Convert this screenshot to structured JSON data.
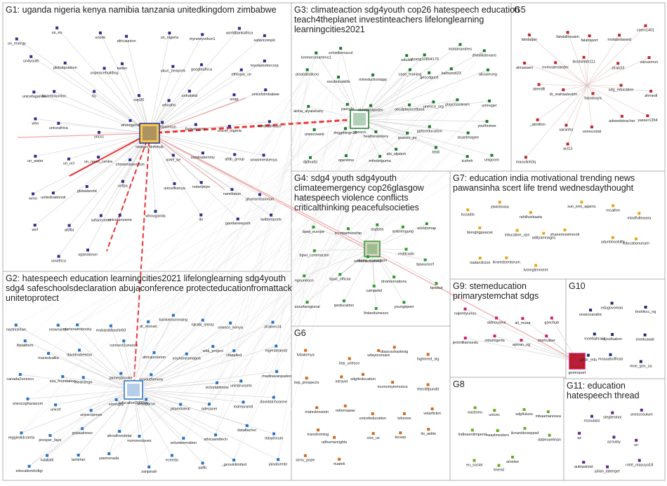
{
  "groups": [
    {
      "id": "G1",
      "title_lines": [
        "G1: uganda nigeria kenya namibia tanzania unitedkingdom zimbabwe"
      ],
      "node_color": "#2e2e8c"
    },
    {
      "id": "G2",
      "title_lines": [
        "G2: hatespeech education learningcities2021 lifelonglearning sdg4youth",
        "sdg4 safeschoolsdeclaration abujaconference protecteducationfromattack",
        "unitetoprotect"
      ],
      "node_color": "#2a73c4"
    },
    {
      "id": "G3",
      "title_lines": [
        "G3: climateaction sdg4youth cop26 hatespeech education",
        "teach4theplanet investinteachers lifelonglearning",
        "learningcities2021"
      ],
      "node_color": "#1f7a2e"
    },
    {
      "id": "G4",
      "title_lines": [
        "G4: sdg4 youth sdg4youth",
        "climateemergency cop26glasgow",
        "hatespeech violence conflicts",
        "criticalthinking peacefulsocieties"
      ],
      "node_color": "#2e9c2e"
    },
    {
      "id": "G5",
      "title_lines": [
        "G5"
      ],
      "node_color": "#c0282d"
    },
    {
      "id": "G6",
      "title_lines": [
        "G6"
      ],
      "node_color": "#d2691e"
    },
    {
      "id": "G7",
      "title_lines": [
        "G7: education india motivational trending news",
        "pawansinha scert life trend wednesdaythought"
      ],
      "node_color": "#e6a817"
    },
    {
      "id": "G8",
      "title_lines": [
        "G8"
      ],
      "node_color": "#6bab1f"
    },
    {
      "id": "G9",
      "title_lines": [
        "G9: stemeducation",
        "primarystemchat sdgs"
      ],
      "node_color": "#d11a6e"
    },
    {
      "id": "G10",
      "title_lines": [
        "G10"
      ],
      "node_color": "#1e2c6b"
    },
    {
      "id": "G11",
      "title_lines": [
        "G11: education",
        "hatespeech thread"
      ],
      "node_color": "#5b2a86"
    }
  ],
  "nodes": {
    "G1": [
      "un_energy",
      "us_eu",
      "unodc",
      "africaunion",
      "un_nigeria",
      "mynewyorkun1",
      "worldbankafrica",
      "safaricomplc",
      "un4youth",
      "globalgoalsun",
      "unpeacebuilding",
      "twitter",
      "ukun_newyork",
      "googleafrica",
      "ethiopia_un",
      "toyotamotorcorp",
      "unicefuganda",
      "kaambiaunion",
      "itu",
      "cop26",
      "whoafro",
      "unhabitat",
      "unap",
      "unicefzimbabwe",
      "who",
      "uniceafrica",
      "unccc",
      "whonigeria",
      "kenyamissionun",
      "foreverscom",
      "unicef_nigeria",
      "kenyaairways",
      "un_water",
      "un_ocl",
      "un_news_centre",
      "chinamission2un",
      "airtel_ke",
      "zambiatommy",
      "afdb_group",
      "unwomenkenya",
      "wmo",
      "unitednationsk",
      "globalworld",
      "unfpa",
      "uniceflkenya",
      "nobelprize",
      "namibiaun",
      "ghanamissionun",
      "wef",
      "afdfia",
      "safaricomet",
      "unicefanzania",
      "whouganda",
      "ilo",
      "gandanewyork",
      "twittersports",
      "researchinfohub",
      "uniafrica",
      "ugandanun"
    ],
    "G2": [
      "nastrickhan",
      "reownaruh",
      "martenatrobosky",
      "mubarakbashir83",
      "dr_monari",
      "bankimoonmang",
      "njirabi_shiraz",
      "unesco_kenya",
      "ziraben14",
      "lilplatform",
      "mariedzalka",
      "davidnabeemo",
      "connect2unesco",
      "africaunionun",
      "youhanesmagok",
      "wbk_project",
      "cfapplied",
      "nigeriatransit",
      "canada2unesco",
      "ssa_foundation",
      "elearningn",
      "jaimesbrooke",
      "unyouthenvoy",
      "education2030un",
      "victoriablinow",
      "uninbrussels",
      "madinavanpaden",
      "unescoghanacom",
      "unicef",
      "unescopress",
      "vioungsy",
      "ahsagarun",
      "pliamtiolear",
      "adesanei",
      "indrepramit",
      "davidatchoanne",
      "reggiedidcserta",
      "prosper_faye",
      "gopaalnews",
      "afrosthondelar",
      "nomoreslaves",
      "volunteernation",
      "sthicsandtech",
      "dataflacher",
      "rtdvpforum",
      "educationdcdigi",
      "kdallalli",
      "tamirlan",
      "yasmonada",
      "zanjanah",
      "eceedu",
      "aalfic",
      "_genuinlimited",
      "jaisaluento"
    ],
    "G3": [
      "kremersmartens1",
      "schielkeroscol",
      "unesco",
      "edulinl",
      "ytyang10804170",
      "miriamandres",
      "dhmillistevans",
      "pisatalisolcoo",
      "oecdeduskills",
      "mineduclioniapp",
      "case_training",
      "geccdgurd",
      "kalmandi23",
      "aliciaieung",
      "alsha_alyalahany",
      "yascylo",
      "kkmlprolaodes",
      "oecdplayscotland",
      "unesco_org",
      "playcrisisleam",
      "uninuger",
      "unescoweb",
      "dnjgphingn19",
      "heatheranders",
      "gvanzo_jnr",
      "gpforeducation",
      "stuartmagee",
      "youthnews",
      "djdhudzi",
      "opentime",
      "mihotelguma",
      "abi_aljaleni",
      "teidi",
      "icsfmh",
      "unigoom"
    ],
    "G4": [
      "bpwi_europe",
      "iccvtpartnership",
      "aspbea",
      "antonlogung",
      "worldomap",
      "bpwi_commacinn",
      "maria_c_machon",
      "newsfromthecce",
      "reddcado",
      "bpwunicef",
      "ngounesco",
      "bpwi_official",
      "campebd",
      "drvtnternations",
      "bpwaut",
      "ancefaregional",
      "ipeducation",
      "finlanduinesco",
      "youngbpwir"
    ],
    "G5": [
      "fahdaljan",
      "fahdalhosaim",
      "falahsport",
      "motabelawwd",
      "csem1401",
      "almasaeri",
      "mrmvalexander",
      "ibrahimkh111",
      "zlrab33",
      "sanuzirrun",
      "ateedlli",
      "dr_mahaalsubhi",
      "faisalsaya",
      "sdg_education",
      "ahmedl",
      "_aboliton",
      "saranfor",
      "unescostat",
      "adweebteacher",
      "yasser1354",
      "maoulin63q",
      "acl13"
    ],
    "G6": [
      "tvbakenya",
      "liep_unesco",
      "udaytoursare",
      "diascouhaslesig",
      "highered_slg",
      "iiep_prospects",
      "intravel",
      "sdg4education",
      "economyinmunce",
      "thecitifpundit",
      "matsvlenstein",
      "reformawar",
      "unicefeducation",
      "tvbzone",
      "velarfickm",
      "transforming",
      "udhumanrights",
      "ciss_us",
      "kicsep",
      "llo_aelite",
      "sirnu_pope",
      "nuatek"
    ],
    "G7": [
      "kozadin",
      "ytwinbiraia",
      "rahilluizkaata",
      "sun_kmt_agams",
      "rncalhm",
      "mindfulleasea",
      "bionglrgpeacwi",
      "education_vpn",
      "adityamnagra",
      "shanemowhonoit",
      "aduntinooklife",
      "educationunam",
      "nadarclicion",
      "ilmeedsentorum",
      "tvmegtimmerrt"
    ],
    "G8": [
      "eastmeu",
      "unicec",
      "sdg4uluss",
      "mbaamanosea",
      "lndloaentimperal",
      "nsazlmesters",
      "ilvoanidooeppsd",
      "dabeuselinan",
      "eu_social",
      "linerid",
      "amelee"
    ],
    "G9": [
      "najeebyunus",
      "aidnouseul",
      "ali_musa",
      "gsechub",
      "jemnilliamsedu",
      "nidamigerla",
      "apivan_ng",
      "dashcaker",
      "gemreport"
    ],
    "G10": [
      "unascoarabic",
      "edugovoman",
      "brahikcc_ng",
      "moebahrain",
      "aljoufsalem",
      "moekuwait",
      "gatar_edu",
      "mosaabofficial",
      "moe_gov_sa"
    ],
    "G11": [
      "msoulaisi",
      "slegleninni",
      "unescosulum",
      "az",
      "azoulay",
      "un",
      "aulewalvwt",
      "julian_laberger",
      "rohit_masuya18"
    ]
  }
}
